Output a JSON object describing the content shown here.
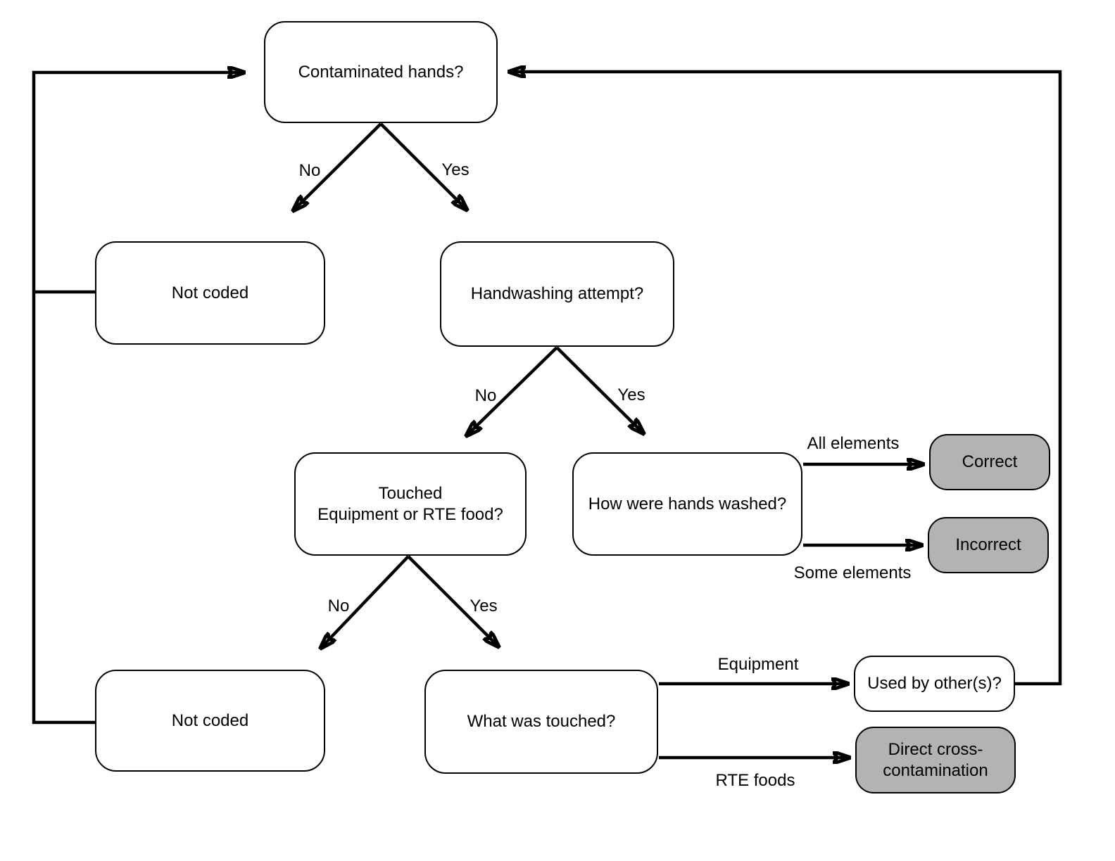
{
  "diagram": {
    "type": "flowchart",
    "colors": {
      "node_fill": "#ffffff",
      "terminal_fill": "#b3b3b3",
      "stroke": "#000000",
      "text": "#000000",
      "background": "#ffffff"
    },
    "nodes": {
      "contaminated_hands": {
        "label": "Contaminated hands?"
      },
      "not_coded_top": {
        "label": "Not coded"
      },
      "handwashing_attempt": {
        "label": "Handwashing attempt?"
      },
      "touched_equipment_or_rte": {
        "label": "Touched\nEquipment or RTE food?"
      },
      "how_were_hands_washed": {
        "label": "How were hands washed?"
      },
      "correct": {
        "label": "Correct"
      },
      "incorrect": {
        "label": "Incorrect"
      },
      "not_coded_bottom": {
        "label": "Not coded"
      },
      "what_was_touched": {
        "label": "What was touched?"
      },
      "used_by_others": {
        "label": "Used by other(s)?"
      },
      "direct_cross_contamination": {
        "label": "Direct cross-\ncontamination"
      }
    },
    "edge_labels": {
      "contaminated_no": "No",
      "contaminated_yes": "Yes",
      "handwashing_no": "No",
      "handwashing_yes": "Yes",
      "touched_no": "No",
      "touched_yes": "Yes",
      "all_elements": "All elements",
      "some_elements": "Some elements",
      "equipment": "Equipment",
      "rte_foods": "RTE foods"
    }
  }
}
